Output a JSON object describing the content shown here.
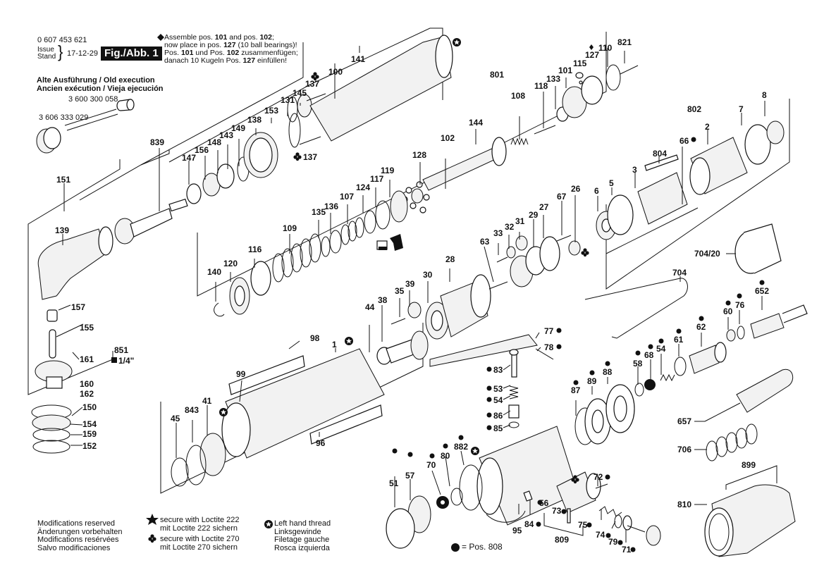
{
  "header": {
    "part_number": "0 607 453 621",
    "issue_label_en": "Issue",
    "issue_label_de": "Stand",
    "issue_date": "17-12-29",
    "figure_label": "Fig./Abb. 1"
  },
  "old_execution": {
    "title_line1": "Alte Ausführung / Old execution",
    "title_line2": "Ancien exécution / Vieja ejecución",
    "part_a": "3 600 300 058",
    "part_b": "3 606 333 029"
  },
  "assembly_note": {
    "line1_pre": "Assemble pos. ",
    "line1_b1": "101",
    "line1_mid": " and pos. ",
    "line1_b2": "102",
    "line1_post": ";",
    "line2_pre": "now place in pos. ",
    "line2_b": "127",
    "line2_post": " (10 ball bearings)!",
    "line3_pre": "Pos. ",
    "line3_b1": "101",
    "line3_mid": " und Pos. ",
    "line3_b2": "102",
    "line3_post": " zusammenfügen;",
    "line4_pre": "danach 10 Kugeln Pos. ",
    "line4_b": "127",
    "line4_post": " einfüllen!"
  },
  "footer": {
    "modifications": [
      "Modifications reserved",
      "Änderungen vorbehalten",
      "Modifications resérvées",
      "Salvo modificaciones"
    ],
    "loctite222": [
      "secure with Loctite 222",
      "mit Loctite 222 sichern"
    ],
    "loctite270": [
      "secure with Loctite 270",
      "mit Loctite 270 sichern"
    ],
    "left_thread": [
      "Left hand thread",
      "Linksgewinde",
      "Filetage gauche",
      "Rosca izquierda"
    ],
    "pos808": "= Pos. 808"
  },
  "drive_size": "1/4\"",
  "labels": {
    "l151": "151",
    "l139": "139",
    "l157": "157",
    "l155": "155",
    "l161": "161",
    "l160": "160",
    "l162": "162",
    "l851": "851",
    "l150": "150",
    "l154": "154",
    "l159": "159",
    "l152": "152",
    "l839": "839",
    "l147": "147",
    "l156": "156",
    "l148": "148",
    "l143": "143",
    "l149": "149",
    "l138": "138",
    "l153": "153",
    "l131": "131",
    "l145": "145",
    "l137a": "137",
    "l137b": "137",
    "l100": "100",
    "l141": "141",
    "l801": "801",
    "l144": "144",
    "l108": "108",
    "l118": "118",
    "l133": "133",
    "l101": "101",
    "l115": "115",
    "l127": "127",
    "l110": "110",
    "l821": "821",
    "l102": "102",
    "l128": "128",
    "l119": "119",
    "l117": "117",
    "l124": "124",
    "l107": "107",
    "l136": "136",
    "l135": "135",
    "l109": "109",
    "l116": "116",
    "l120": "120",
    "l140": "140",
    "l802": "802",
    "l7": "7",
    "l8": "8",
    "l2": "2",
    "l66": "66",
    "l804": "804",
    "l3": "3",
    "l6": "6",
    "l5": "5",
    "l67": "67",
    "l26": "26",
    "l29": "29",
    "l27": "27",
    "l33": "33",
    "l32": "32",
    "l31": "31",
    "l63": "63",
    "l28": "28",
    "l30": "30",
    "l39": "39",
    "l35": "35",
    "l38": "38",
    "l44": "44",
    "l704_20": "704/20",
    "l704": "704",
    "l652": "652",
    "l76": "76",
    "l60": "60",
    "l62": "62",
    "l61": "61",
    "l54b": "54",
    "l68": "68",
    "l58": "58",
    "l88": "88",
    "l89": "89",
    "l87": "87",
    "l77": "77",
    "l78": "78",
    "l83": "83",
    "l53": "53",
    "l54": "54",
    "l86": "86",
    "l85": "85",
    "l98": "98",
    "l1": "1",
    "l99": "99",
    "l96": "96",
    "l41": "41",
    "l843": "843",
    "l45": "45",
    "l657": "657",
    "l706": "706",
    "l899": "899",
    "l810": "810",
    "l51": "51",
    "l57": "57",
    "l70": "70",
    "l80": "80",
    "l882": "882",
    "l95": "95",
    "l84": "84",
    "l56": "56",
    "l73": "73",
    "l809": "809",
    "l75": "75",
    "l74": "74",
    "l79": "79",
    "l72": "72",
    "l71": "71"
  }
}
